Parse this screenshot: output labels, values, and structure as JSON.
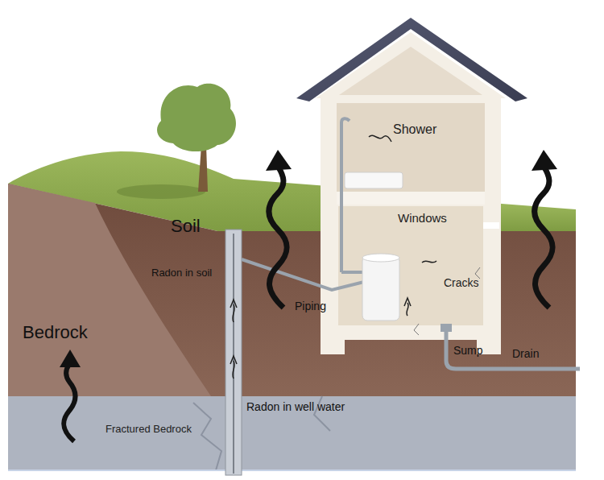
{
  "diagram": {
    "labels": [
      "Shower",
      "Windows",
      "Cracks",
      "Piping",
      "Sump",
      "Drain",
      "Soil",
      "Radon in soil",
      "Bedrock",
      "Radon in well water",
      "Fractured Bedrock"
    ]
  }
}
